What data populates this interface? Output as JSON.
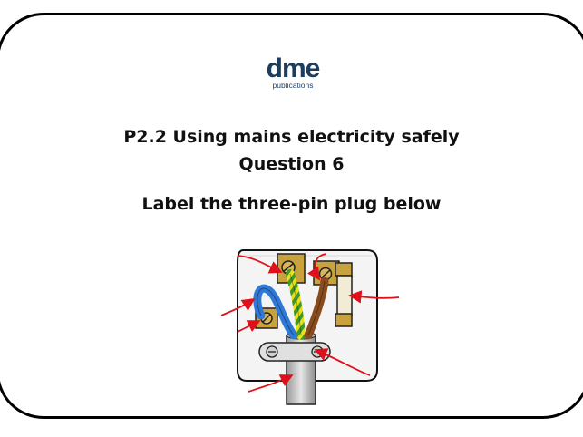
{
  "logo": {
    "word": "dme",
    "sub": "publications"
  },
  "heading": {
    "topic": "P2.2 Using mains electricity safely",
    "question": "Question 6",
    "instruction": "Label the three-pin plug below"
  },
  "colors": {
    "border": "#000000",
    "logo": "#1d3d5e",
    "arrow": "#e0101a",
    "live_wire": "#8a4b1c",
    "neutral_wire": "#2e78d8",
    "earth_wire_green": "#3d9a2a",
    "earth_wire_yellow": "#e8e01a",
    "brass": "#c8a23c",
    "plug_body": "#f4f4f4"
  },
  "icons": {
    "plug": "three-pin-plug-illustration",
    "logo": "dme-logo"
  }
}
